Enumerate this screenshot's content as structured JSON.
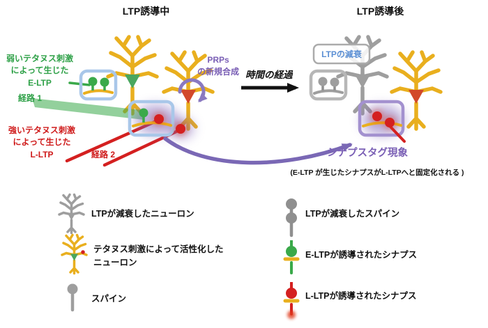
{
  "titles": {
    "during": "LTP誘導中",
    "after": "LTP誘導後"
  },
  "left": {
    "weak_stimulus": "弱いテタヌス刺激\nによって生じた\nE-LTP",
    "pathway1": "経路 1",
    "strong_stimulus": "強いテタヌス刺激\nによって生じた\nL-LTP",
    "pathway2": "経路 2",
    "prps": "PRPs\nの新規合成"
  },
  "middle": {
    "time": "時間の経過"
  },
  "right": {
    "ltp_decay": "LTPの減衰",
    "synaptic_tag": "シナプスタグ現象",
    "synaptic_tag_note": "(E-LTP が生じたシナプスがL-LTPへと固定化される )"
  },
  "legend": {
    "decayed_neuron": "LTPが減衰したニューロン",
    "activated_neuron": "テタヌス刺激によって活性化した\nニューロン",
    "spine": "スパイン",
    "decayed_spine": "LTPが減衰したスパイン",
    "eltp_synapse": "E-LTPが誘導されたシナプス",
    "lltp_synapse": "L-LTPが誘導されたシナプス"
  },
  "colors": {
    "neuron_yellow": "#e9af1e",
    "decayed_gray": "#9e9e9e",
    "eltp_green": "#3aa94a",
    "lltp_red": "#d42020",
    "highlight_blue": "#a9c7e9",
    "decay_text_blue": "#5b8fd4",
    "tag_purple": "#7a5fb5",
    "text_black": "#111111"
  }
}
